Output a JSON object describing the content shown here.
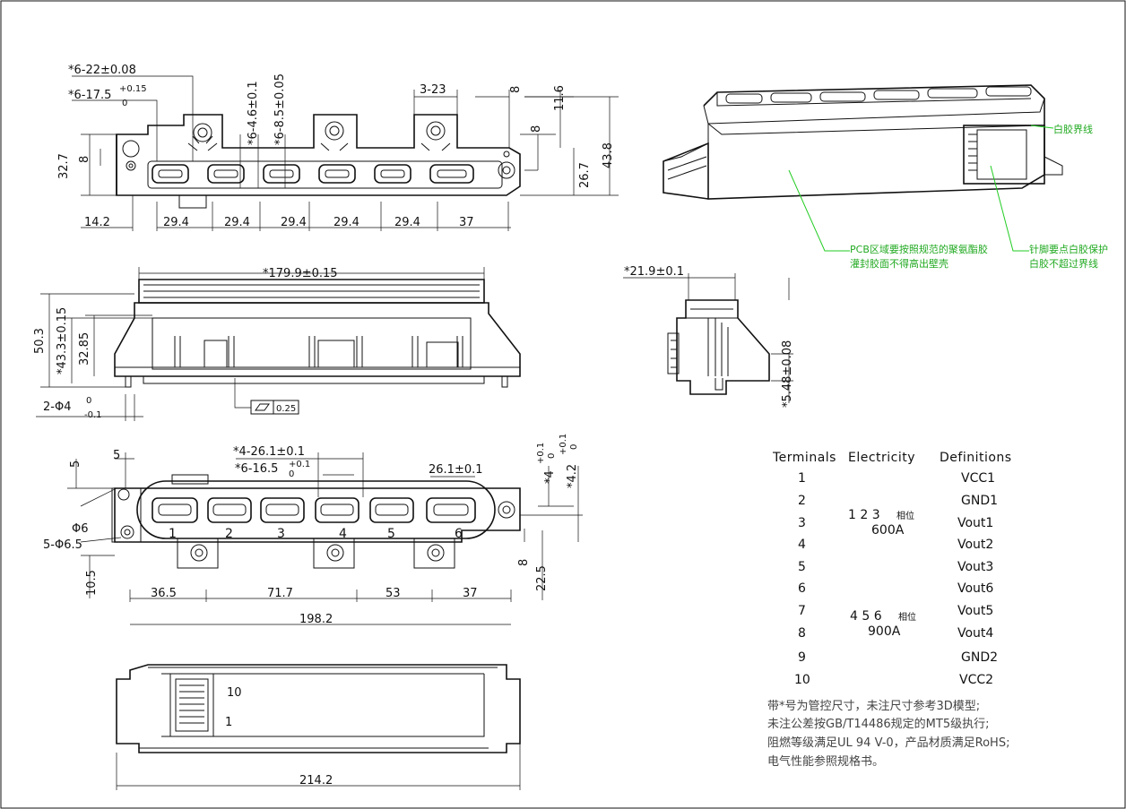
{
  "top_view": {
    "dims_left": [
      "*6-22±0.08",
      "*6-17.5",
      "+0.15",
      "0",
      "*6-4.6±0.1",
      "*6-8.5±0.05",
      "32.7",
      "8",
      "14.2"
    ],
    "dims_right": [
      "3-23",
      "8",
      "11.6",
      "8",
      "26.7",
      "43.8"
    ],
    "spacing": [
      "29.4",
      "29.4",
      "29.4",
      "29.4",
      "29.4",
      "37"
    ]
  },
  "iso_view": {
    "callout_right": "白胶界线",
    "callout_pcb_1": "PCB区域要按照规范的聚氨酯胶",
    "callout_pcb_2": "灌封胶面不得高出壁壳",
    "callout_side_1": "针脚要点白胶保护",
    "callout_side_2": "白胶不超过界线"
  },
  "front_view": {
    "length": "*179.9±0.15",
    "heights": [
      "50.3",
      "*43.3±0.15",
      "32.85"
    ],
    "pins": "2-Φ4",
    "pin_tol": [
      "0",
      "-0.1"
    ],
    "flatness": "0.25"
  },
  "side_view": {
    "width": "*21.9±0.1",
    "pin_height": "*5.48±0.08"
  },
  "bottom_view": {
    "dims_top": [
      "5",
      "5",
      "*4-26.1±0.1",
      "*6-16.5",
      "+0.1",
      "0",
      "26.1±0.1",
      "*4",
      "+0.1",
      "0",
      "*4.2",
      "+0.1",
      "0"
    ],
    "hole_labels": [
      "Φ6",
      "5-Φ6.5"
    ],
    "dims_right": [
      "8",
      "22.5"
    ],
    "dim_left": "10.5",
    "terminal_numbers": [
      "1",
      "2",
      "3",
      "4",
      "5",
      "6"
    ],
    "spacing": [
      "36.5",
      "71.7",
      "53",
      "37"
    ],
    "overall": "198.2"
  },
  "connector_view": {
    "pin_high": "10",
    "pin_low": "1",
    "overall": "214.2"
  },
  "table": {
    "headers": [
      "Terminals",
      "Electricity",
      "Definitions"
    ],
    "terminals": [
      "1",
      "2",
      "3",
      "4",
      "5",
      "6",
      "7",
      "8",
      "9",
      "10"
    ],
    "definitions": [
      "VCC1",
      "GND1",
      "Vout1",
      "Vout2",
      "Vout3",
      "Vout6",
      "Vout5",
      "Vout4",
      "GND2",
      "VCC2"
    ],
    "group_a_phase": "1 2 3",
    "group_a_suffix": "相位",
    "group_a_current": "600A",
    "group_b_phase": "4 5 6",
    "group_b_suffix": "相位",
    "group_b_current": "900A"
  },
  "notes": [
    "带*号为管控尺寸，未注尺寸参考3D模型;",
    "未注公差按GB/T14486规定的MT5级执行;",
    "阻燃等级满足UL 94 V-0，产品材质满足RoHS;",
    "电气性能参照规格书。"
  ]
}
